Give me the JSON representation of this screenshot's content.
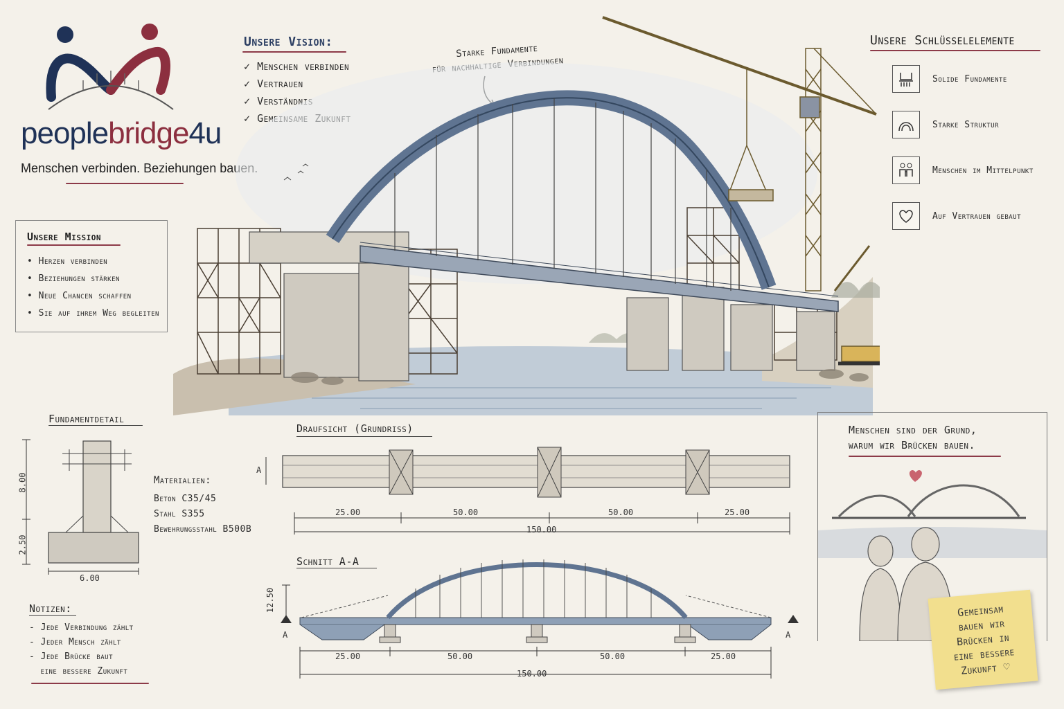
{
  "brand": {
    "name_part1": "people",
    "name_part2": "bridge",
    "name_part3": "4u",
    "tagline": "Menschen verbinden. Beziehungen bauen.",
    "colors": {
      "blue": "#1f3257",
      "red": "#8c2f3f"
    }
  },
  "vision": {
    "title": "Unsere Vision:",
    "items": [
      "Menschen verbinden",
      "Vertrauen",
      "Verständnis",
      "Gemeinsame Zukunft"
    ]
  },
  "mission": {
    "title": "Unsere Mission",
    "items": [
      "Herzen verbinden",
      "Beziehungen stärken",
      "Neue Chancen schaffen",
      "Sie auf ihrem Weg begleiten"
    ]
  },
  "annotation": {
    "line1": "Starke Fundamente",
    "line2": "für nachhaltige Verbindungen"
  },
  "key_elements": {
    "title": "Unsere Schlüsselelemente",
    "items": [
      {
        "label": "Solide Fundamente",
        "icon": "foundation-icon"
      },
      {
        "label": "Starke Struktur",
        "icon": "arch-icon"
      },
      {
        "label": "Menschen im Mittelpunkt",
        "icon": "people-icon"
      },
      {
        "label": "Auf Vertrauen gebaut",
        "icon": "heart-icon"
      }
    ]
  },
  "foundation_detail": {
    "title": "Fundamentdetail",
    "dim_height_top": "8.00",
    "dim_height_bottom": "2.50",
    "dim_width": "6.00",
    "materials_title": "Materialien:",
    "materials": [
      "Beton C35/45",
      "Stahl S355",
      "Bewehrungsstahl B500B"
    ]
  },
  "plan_view": {
    "title": "Draufsicht (Grundriss)",
    "section_marker": "A",
    "spans": [
      "25.00",
      "50.00",
      "50.00",
      "25.00"
    ],
    "total": "150.00"
  },
  "section_view": {
    "title": "Schnitt A-A",
    "height": "12.50",
    "marker": "A",
    "spans": [
      "25.00",
      "50.00",
      "50.00",
      "25.00"
    ],
    "total": "150.00"
  },
  "notes": {
    "title": "Notizen:",
    "items": [
      "Jede Verbindung zählt",
      "Jeder Mensch zählt",
      "Jede Brücke baut",
      "eine bessere Zukunft"
    ]
  },
  "people_panel": {
    "line1": "Menschen sind der Grund,",
    "line2": "warum wir Brücken bauen."
  },
  "sticky_note": {
    "lines": [
      "Gemeinsam",
      "bauen wir",
      "Brücken in",
      "eine bessere",
      "Zukunft ♡"
    ]
  }
}
